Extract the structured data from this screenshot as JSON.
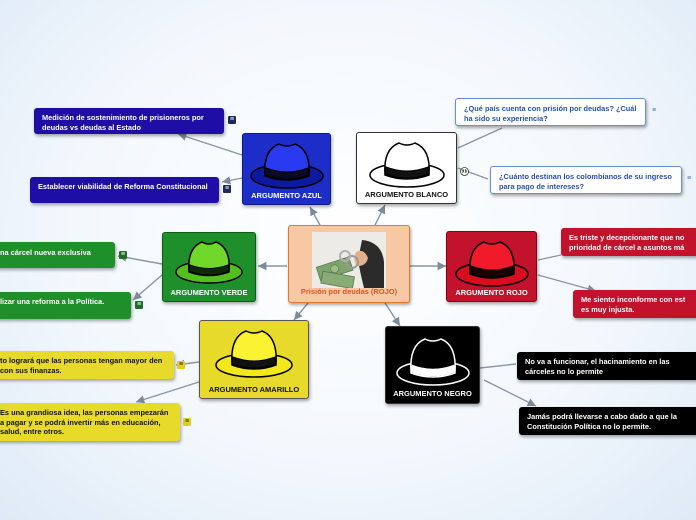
{
  "center": {
    "title": "Prisión por deudas (ROJO)",
    "image_icon": "money-handcuffs-image"
  },
  "hats": {
    "azul": {
      "label": "ARGUMENTO AZUL",
      "color": "#1d2dc8"
    },
    "blanco": {
      "label": "ARGUMENTO BLANCO",
      "color": "#ffffff"
    },
    "verde": {
      "label": "ARGUMENTO VERDE",
      "color": "#1f8f2c"
    },
    "rojo": {
      "label": "ARGUMENTO ROJO",
      "color": "#c3122b"
    },
    "amarillo": {
      "label": "ARGUMENTO AMARILLO",
      "color": "#e8da2b"
    },
    "negro": {
      "label": "ARGUMENTO NEGRO",
      "color": "#000000"
    }
  },
  "leaves": {
    "azul_1": "Medición de sostenimiento de prisioneros por deudas vs deudas al Estado",
    "azul_2": "Establecer viabilidad de Reforma Constitucional",
    "blanco_1": "¿Qué país cuenta con prisión por deudas? ¿Cuál ha sido su experiencia?",
    "blanco_2": "¿Cuánto destinan los colombianos de su ingreso para pago de intereses?",
    "verde_1": "na cárcel nueva exclusiva",
    "verde_2": "lizar una reforma a la Política.",
    "rojo_1": "Es triste y decepcionante que no prioridad de cárcel a asuntos má",
    "rojo_2": "Me siento inconforme con est es muy injusta.",
    "amarillo_1": "to logrará que las personas tengan mayor den con sus finanzas.",
    "amarillo_2": "Es una grandiosa idea, las personas empezarán a pagar y se podrá invertir más en educación, salud, entre otros.",
    "negro_1": "No va a funcionar, el hacinamiento en las cárceles no lo permite",
    "negro_2": "Jamás podrá llevarse a cabo dado a que la Constitución Política no lo permite."
  },
  "icons": {
    "note": "note-icon",
    "globe": "globe-icon"
  }
}
